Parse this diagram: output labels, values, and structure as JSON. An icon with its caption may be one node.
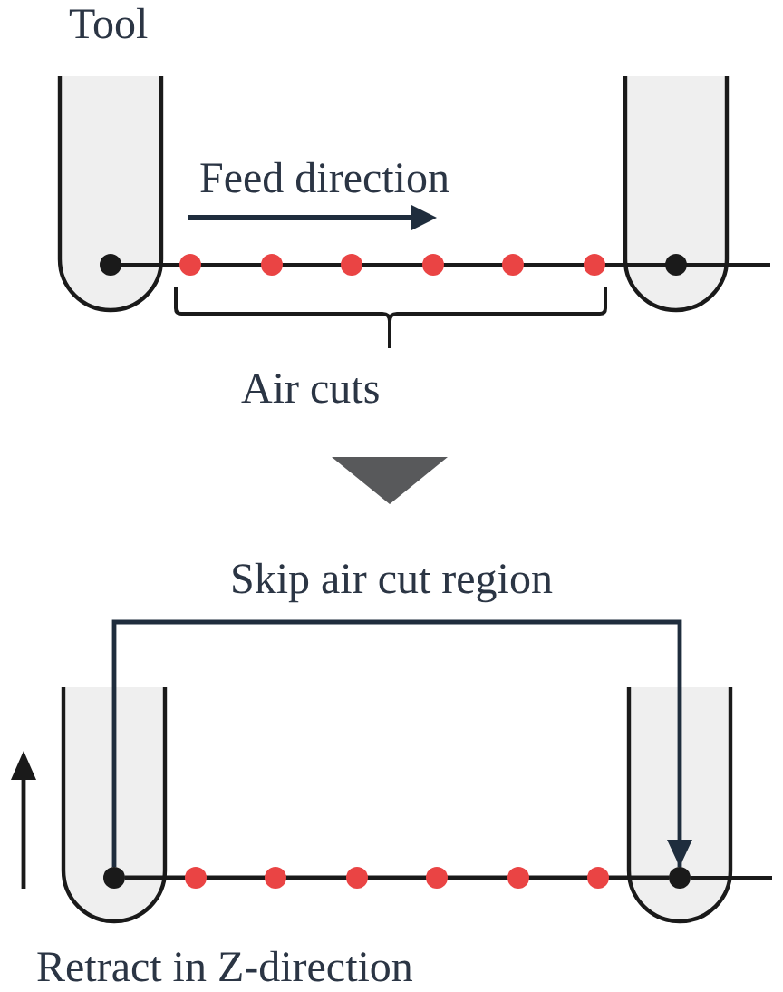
{
  "diagram": {
    "nodes": [
      {
        "text": [],
        "shape": "circle"
      },
      {
        "text": [],
        "shape": "circle"
      }
    ],
    "edges": [
      {
        "from": 0,
        "to": 1,
        "arrow": "to",
        "label": "Skip air cut region",
        "color": "#1f2d3d"
      },
      {
        "from": 0,
        "to": 1,
        "arrow": "none"
      }
    ],
    "labels": [
      "Tool",
      "Feed direction",
      "Air cuts",
      "Retract in Z-direction"
    ]
  }
}
